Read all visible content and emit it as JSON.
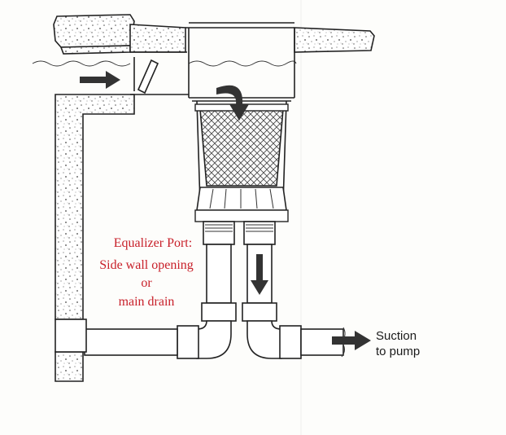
{
  "labels": {
    "equalizer_line1": "Equalizer Port:",
    "equalizer_line2": "Side wall opening",
    "equalizer_line3": "or",
    "equalizer_line4": "main drain",
    "suction_line1": "Suction",
    "suction_line2": "to pump"
  },
  "colors": {
    "equalizer_label": "#c8202a",
    "suction_label": "#1a1a1a",
    "line": "#222222",
    "arrow": "#333333"
  }
}
